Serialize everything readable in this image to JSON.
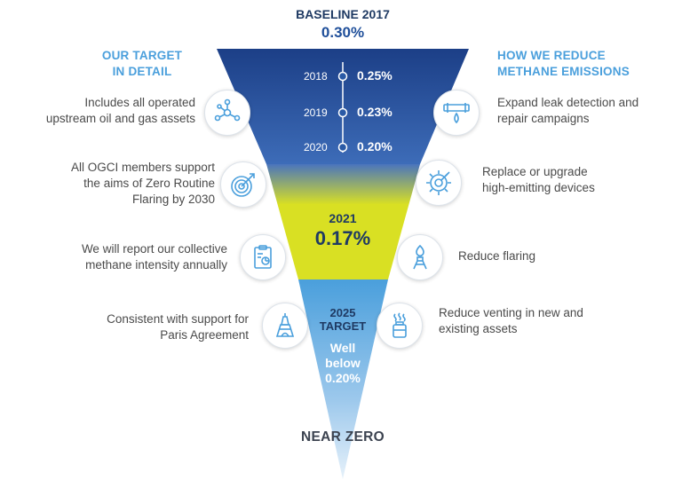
{
  "baseline": {
    "label": "BASELINE 2017",
    "value": "0.30%"
  },
  "left_heading": "OUR TARGET\nIN DETAIL",
  "right_heading": "HOW WE REDUCE\nMETHANE EMISSIONS",
  "timeline": [
    {
      "year": "2018",
      "value": "0.25%"
    },
    {
      "year": "2019",
      "value": "0.23%"
    },
    {
      "year": "2020",
      "value": "0.20%"
    }
  ],
  "mid": {
    "year": "2021",
    "value": "0.17%"
  },
  "target": {
    "label": "2025\nTARGET",
    "value": "Well\nbelow\n0.20%"
  },
  "bottom_label": "NEAR ZERO",
  "left_items": [
    {
      "text": "Includes all operated\nupstream oil and gas assets",
      "icon": "network-nodes-icon"
    },
    {
      "text": "All OGCI members support\nthe aims of Zero Routine\nFlaring by 2030",
      "icon": "target-arrow-icon"
    },
    {
      "text": "We will report our collective\nmethane intensity annually",
      "icon": "report-clipboard-icon"
    },
    {
      "text": "Consistent with support for\nParis Agreement",
      "icon": "eiffel-tower-icon"
    }
  ],
  "right_items": [
    {
      "text": "Expand leak detection and\nrepair campaigns",
      "icon": "pipe-leak-icon"
    },
    {
      "text": "Replace or upgrade\nhigh-emitting devices",
      "icon": "gear-wrench-icon"
    },
    {
      "text": "Reduce flaring",
      "icon": "flare-stack-icon"
    },
    {
      "text": "Reduce venting in new and\nexisting assets",
      "icon": "vent-tank-icon"
    }
  ],
  "colors": {
    "funnel_top": "#1c3f87",
    "funnel_mid": "#3a6dbb",
    "highlight": "#d9e023",
    "funnel_lower": "#4a9fdc",
    "funnel_tip": "#d4e6f5",
    "heading": "#4a9fdc"
  }
}
